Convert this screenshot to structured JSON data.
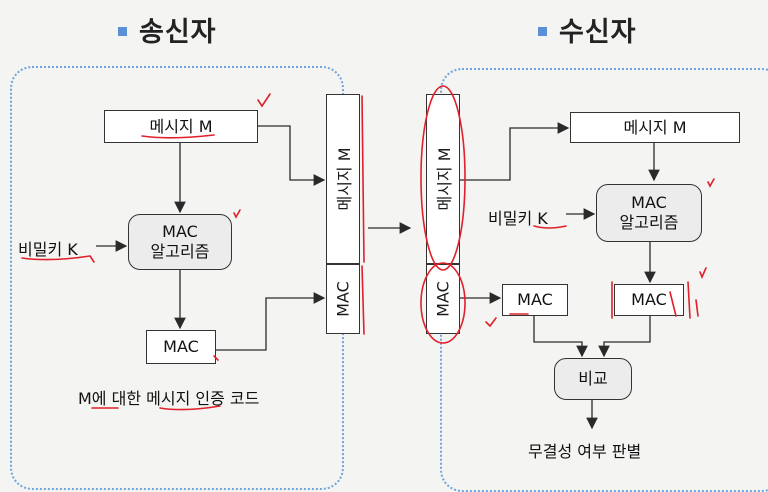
{
  "sender": {
    "heading": "송신자",
    "message_box": "메시지 M",
    "key_label": "비밀키 K",
    "mac_algo": [
      "MAC",
      "알고리즘"
    ],
    "mac_box": "MAC",
    "footer_label": "M에 대한 메시지 인증 코드"
  },
  "transmitted": {
    "message_bar": "메시지 M",
    "mac_bar": "MAC"
  },
  "receiver": {
    "heading": "수신자",
    "message_bar": "메시지 M",
    "mac_bar": "MAC",
    "message_box": "메시지 M",
    "key_label": "비밀키 K",
    "mac_algo": [
      "MAC",
      "알고리즘"
    ],
    "received_mac": "MAC",
    "computed_mac": "MAC",
    "compare_box": "비교",
    "result_label": "무결성 여부 판별"
  },
  "colors": {
    "region_border": "#6fa6dd",
    "annotation": "#e0202a",
    "arrow": "#2a2a2a"
  }
}
